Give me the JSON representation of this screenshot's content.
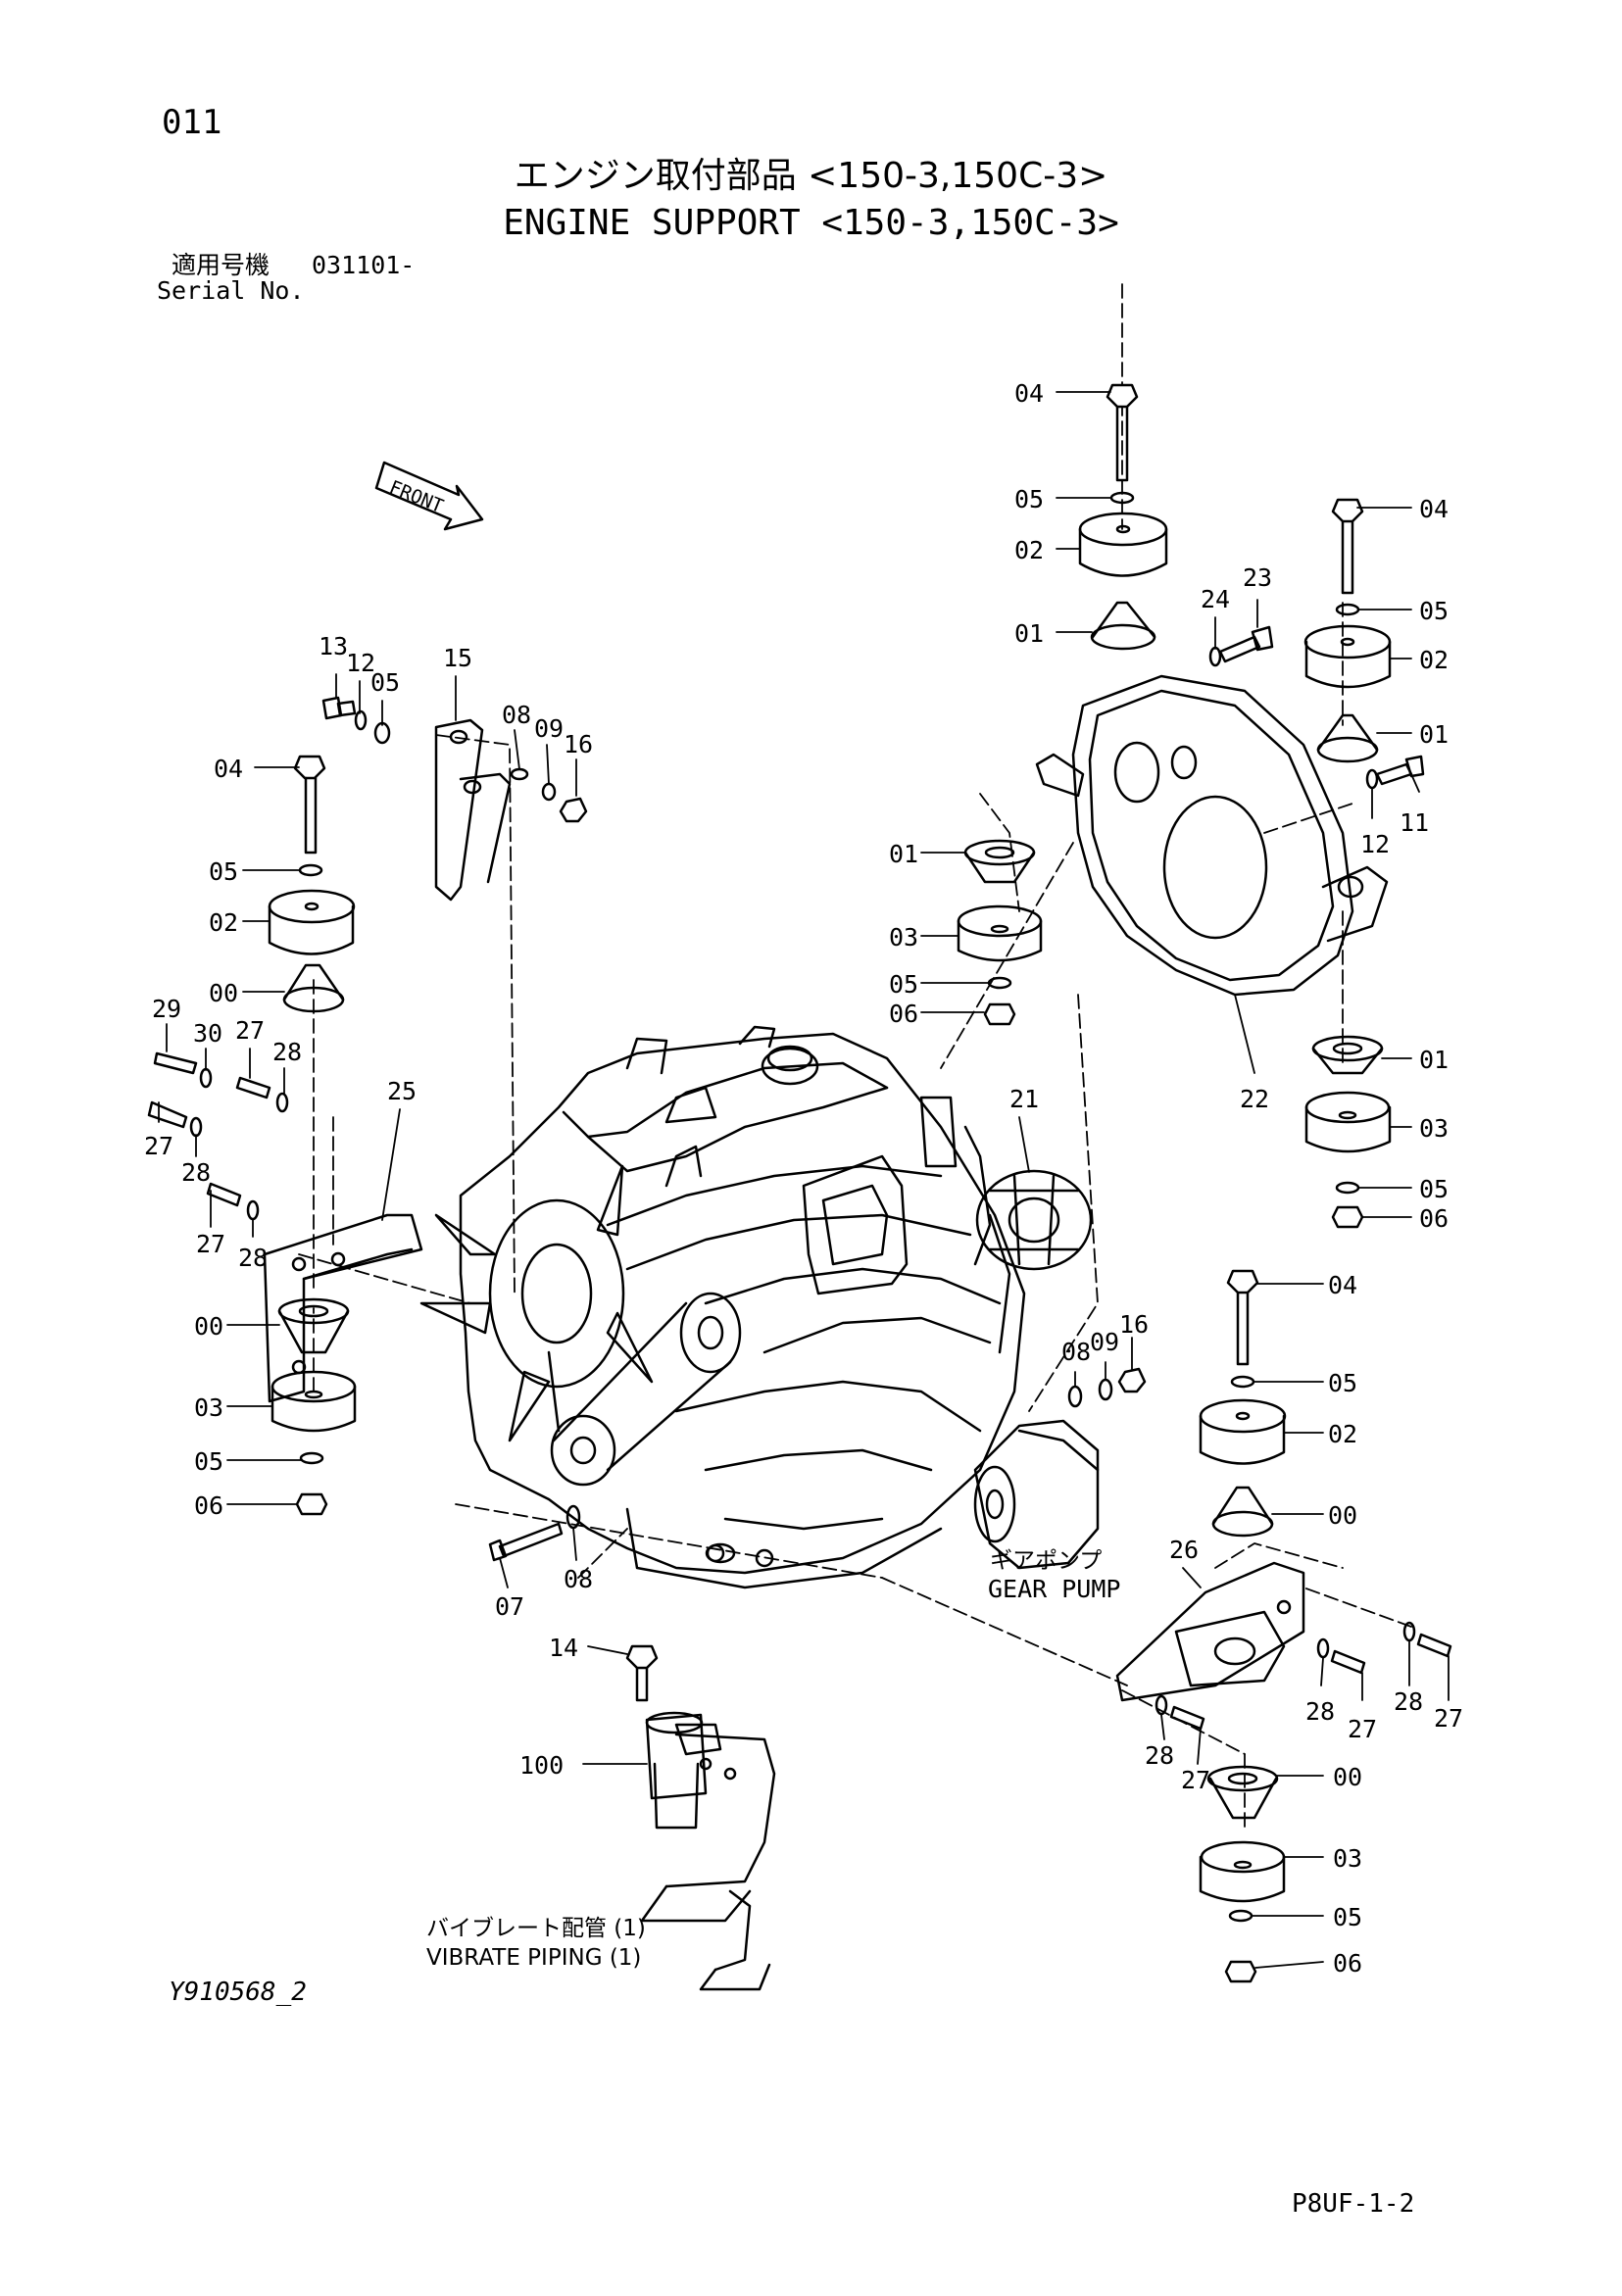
{
  "page_no": "011",
  "title_jp": "エンジン取付部品 <150-3,150C-3>",
  "title_en": "ENGINE SUPPORT <150-3,150C-3>",
  "serial_jp": "適用号機",
  "serial_value": "031101-",
  "serial_en": "Serial No.",
  "front_label": "FRONT",
  "drawing_no": "Y910568_2",
  "sheet_ref": "P8UF-1-2",
  "captions": {
    "gear_pump_jp": "ギアポンプ",
    "gear_pump_en": "GEAR PUMP",
    "vibrate_piping_jp": "バイブレート配管 (1)",
    "vibrate_piping_en": "VIBRATE PIPING (1)"
  },
  "callouts": [
    "04",
    "05",
    "02",
    "01",
    "24",
    "23",
    "04",
    "05",
    "02",
    "01",
    "11",
    "12",
    "01",
    "03",
    "05",
    "06",
    "21",
    "22",
    "01",
    "03",
    "05",
    "06",
    "13",
    "12",
    "05",
    "15",
    "08",
    "09",
    "16",
    "04",
    "05",
    "02",
    "00",
    "29",
    "30",
    "27",
    "28",
    "27",
    "28",
    "25",
    "27",
    "28",
    "00",
    "03",
    "05",
    "06",
    "07",
    "08",
    "08",
    "09",
    "16",
    "04",
    "05",
    "02",
    "00",
    "26",
    "28",
    "27",
    "28",
    "27",
    "28",
    "27",
    "00",
    "03",
    "05",
    "06",
    "14",
    "100"
  ]
}
